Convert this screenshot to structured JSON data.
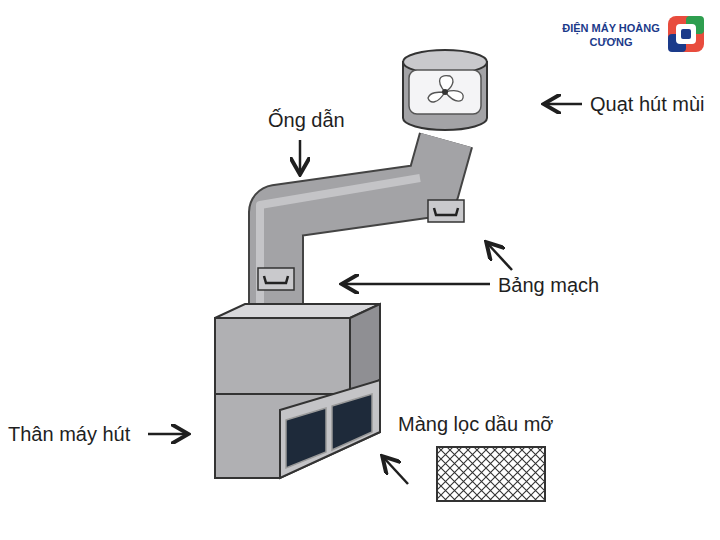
{
  "diagram": {
    "labels": [
      "ĐIỆN MÁY HOÀNG CƯƠNG",
      "Quạt hút mùi",
      "Ống dẫn",
      "Bảng mạch",
      "Thân máy hút",
      "Màng lọc dầu mỡ"
    ]
  }
}
